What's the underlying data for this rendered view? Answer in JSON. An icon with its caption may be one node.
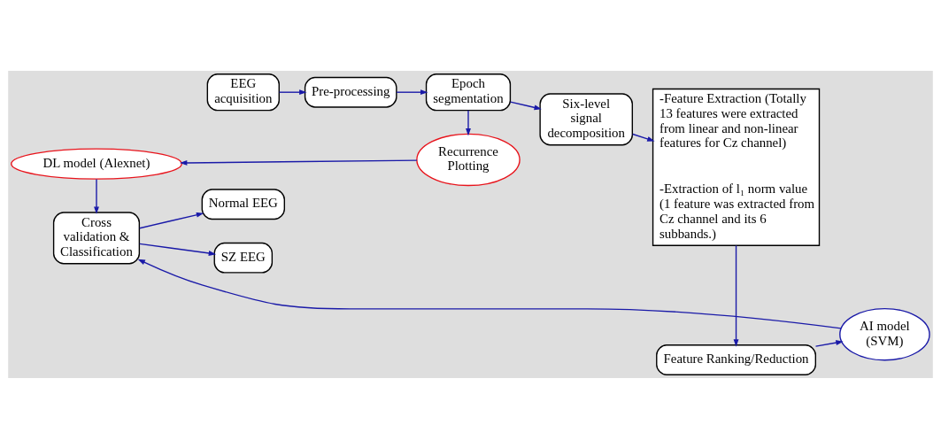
{
  "diagram": {
    "nodes": [
      {
        "text": [
          "DL model (Alexnet)"
        ]
      },
      {
        "text": [
          "Recurrence Plotting"
        ]
      },
      {
        "text": [
          "-Feature Extraction (Totally 13 features were extracted from linear and non-linear features for Cz channel)",
          "-Extraction of l₁ norm value (1 feature was extracted from Cz channel and its 6 subbands.)"
        ]
      },
      {
        "text": [
          "EEG acquisition"
        ]
      },
      {
        "text": [
          "Pre-processing"
        ]
      },
      {
        "text": [
          "Epoch segmentation"
        ]
      },
      {
        "text": [
          "Six-level signal decomposition"
        ]
      },
      {
        "text": [
          "Cross validation & Classification"
        ]
      },
      {
        "text": [
          "Normal EEG"
        ]
      },
      {
        "text": [
          "SZ EEG"
        ]
      },
      {
        "text": [
          "AI model (SVM)"
        ]
      },
      {
        "text": [
          "Feature Ranking/Reduction"
        ]
      }
    ],
    "edges": [
      {
        "from": 3,
        "to": 4,
        "arrow": "to"
      },
      {
        "from": 4,
        "to": 5,
        "arrow": "to"
      },
      {
        "from": 5,
        "to": 1,
        "arrow": "to"
      },
      {
        "from": 1,
        "to": 0,
        "arrow": "to"
      },
      {
        "from": 0,
        "to": 7,
        "arrow": "to"
      },
      {
        "from": 5,
        "to": 6,
        "arrow": "to"
      },
      {
        "from": 6,
        "to": 2,
        "arrow": "to"
      },
      {
        "from": 2,
        "to": 11,
        "arrow": "to"
      },
      {
        "from": 11,
        "to": 10,
        "arrow": "to"
      },
      {
        "from": 10,
        "to": 7,
        "arrow": "to"
      },
      {
        "from": 7,
        "to": 8,
        "arrow": "to"
      },
      {
        "from": 7,
        "to": 9,
        "arrow": "to"
      }
    ]
  }
}
